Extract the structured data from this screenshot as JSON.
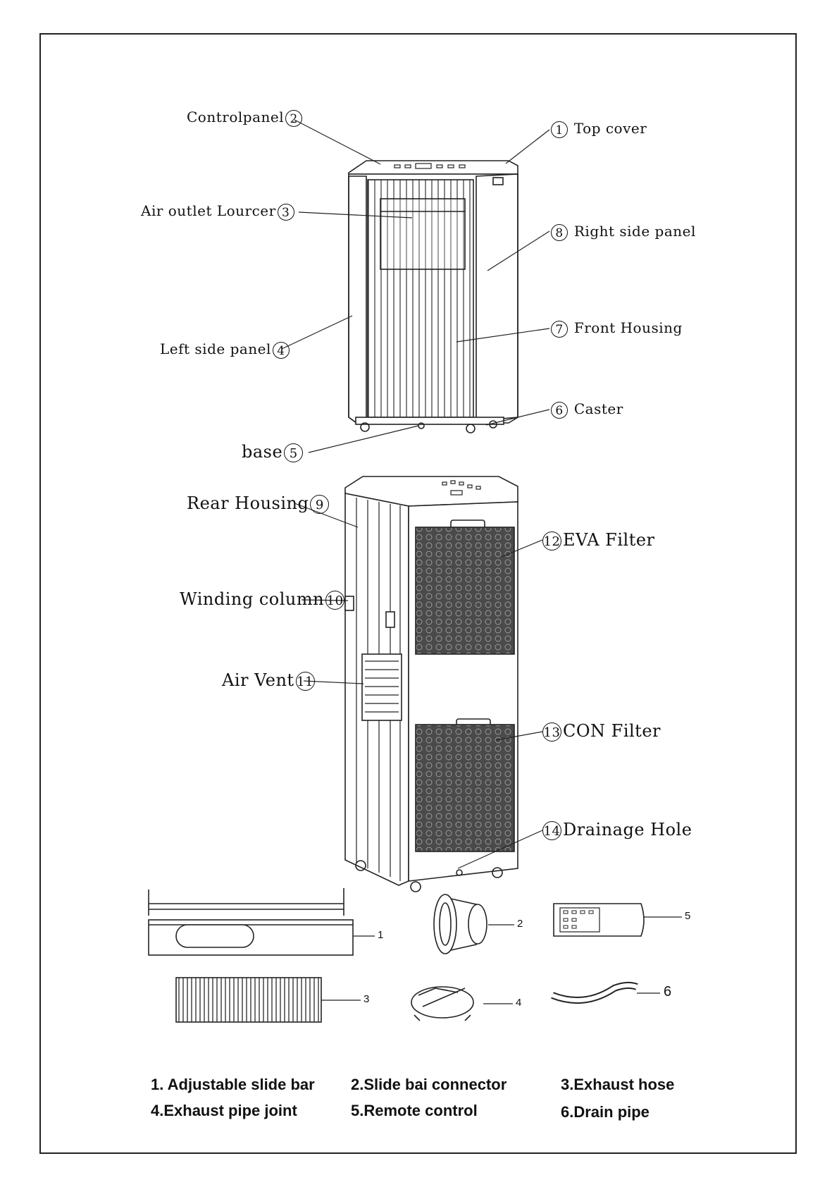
{
  "front_labels": {
    "control_panel": {
      "text": "Controlpanel",
      "num": "2"
    },
    "top_cover": {
      "text": "Top cover",
      "num": "1"
    },
    "air_outlet": {
      "text": "Air outlet Lourcer",
      "num": "3"
    },
    "right_side_panel": {
      "text": "Right side panel",
      "num": "8"
    },
    "front_housing": {
      "text": "Front Housing",
      "num": "7"
    },
    "left_side_panel": {
      "text": "Left side panel",
      "num": "4"
    },
    "caster": {
      "text": "Caster",
      "num": "6"
    },
    "base": {
      "text": "base",
      "num": "5"
    }
  },
  "rear_labels": {
    "rear_housing": {
      "text": "Rear  Housing",
      "num": "9"
    },
    "eva_filter": {
      "text": "EVA Filter",
      "num": "12"
    },
    "winding_column": {
      "text": "Winding column",
      "num": "10"
    },
    "air_vent": {
      "text": "Air Vent",
      "num": "11"
    },
    "con_filter": {
      "text": "CON Filter",
      "num": "13"
    },
    "drainage_hole": {
      "text": "Drainage Hole",
      "num": "14"
    }
  },
  "accessory_numbers": [
    "1",
    "2",
    "5",
    "3",
    "4",
    "6"
  ],
  "legend": [
    [
      "1.  Adjustable slide bar",
      "2.Slide bai connector",
      "3.Exhaust hose"
    ],
    [
      "4.Exhaust pipe joint",
      "5.Remote control",
      "6.Drain pipe"
    ]
  ],
  "colors": {
    "line": "#222222",
    "filter_fill": "#555555",
    "background": "#ffffff"
  }
}
